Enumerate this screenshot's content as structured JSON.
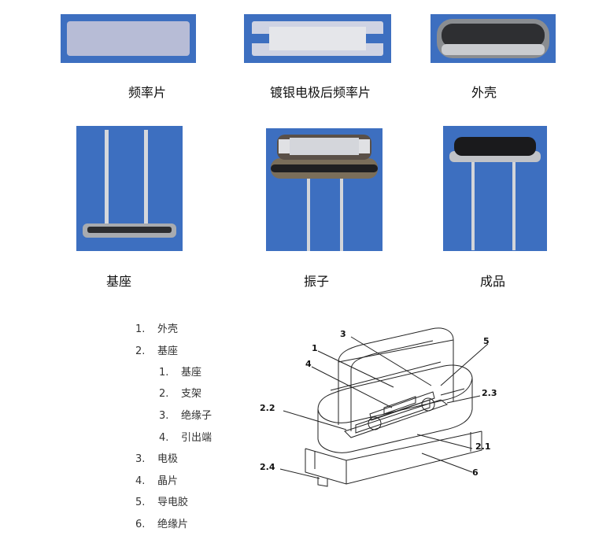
{
  "captions": {
    "blank": "频率片",
    "plated": "镀银电极后频率片",
    "shell": "外壳",
    "base": "基座",
    "vibrator": "振子",
    "finished": "成品"
  },
  "legend": [
    {
      "num": "1.",
      "label": "外壳"
    },
    {
      "num": "2.",
      "label": "基座"
    },
    {
      "num": "1.",
      "label": "基座"
    },
    {
      "num": "2.",
      "label": "支架"
    },
    {
      "num": "3.",
      "label": "绝缘子"
    },
    {
      "num": "4.",
      "label": "引出端"
    },
    {
      "num": "3.",
      "label": "电极"
    },
    {
      "num": "4.",
      "label": "晶片"
    },
    {
      "num": "5.",
      "label": "导电胶"
    },
    {
      "num": "6.",
      "label": "绝缘片"
    }
  ],
  "callouts": [
    "1",
    "3",
    "5",
    "4",
    "2.3",
    "2.2",
    "2.1",
    "2.4",
    "6"
  ],
  "colors": {
    "photo_bg": "#3d6fc0",
    "metal": "#b9bcc2",
    "line": "#222222"
  }
}
